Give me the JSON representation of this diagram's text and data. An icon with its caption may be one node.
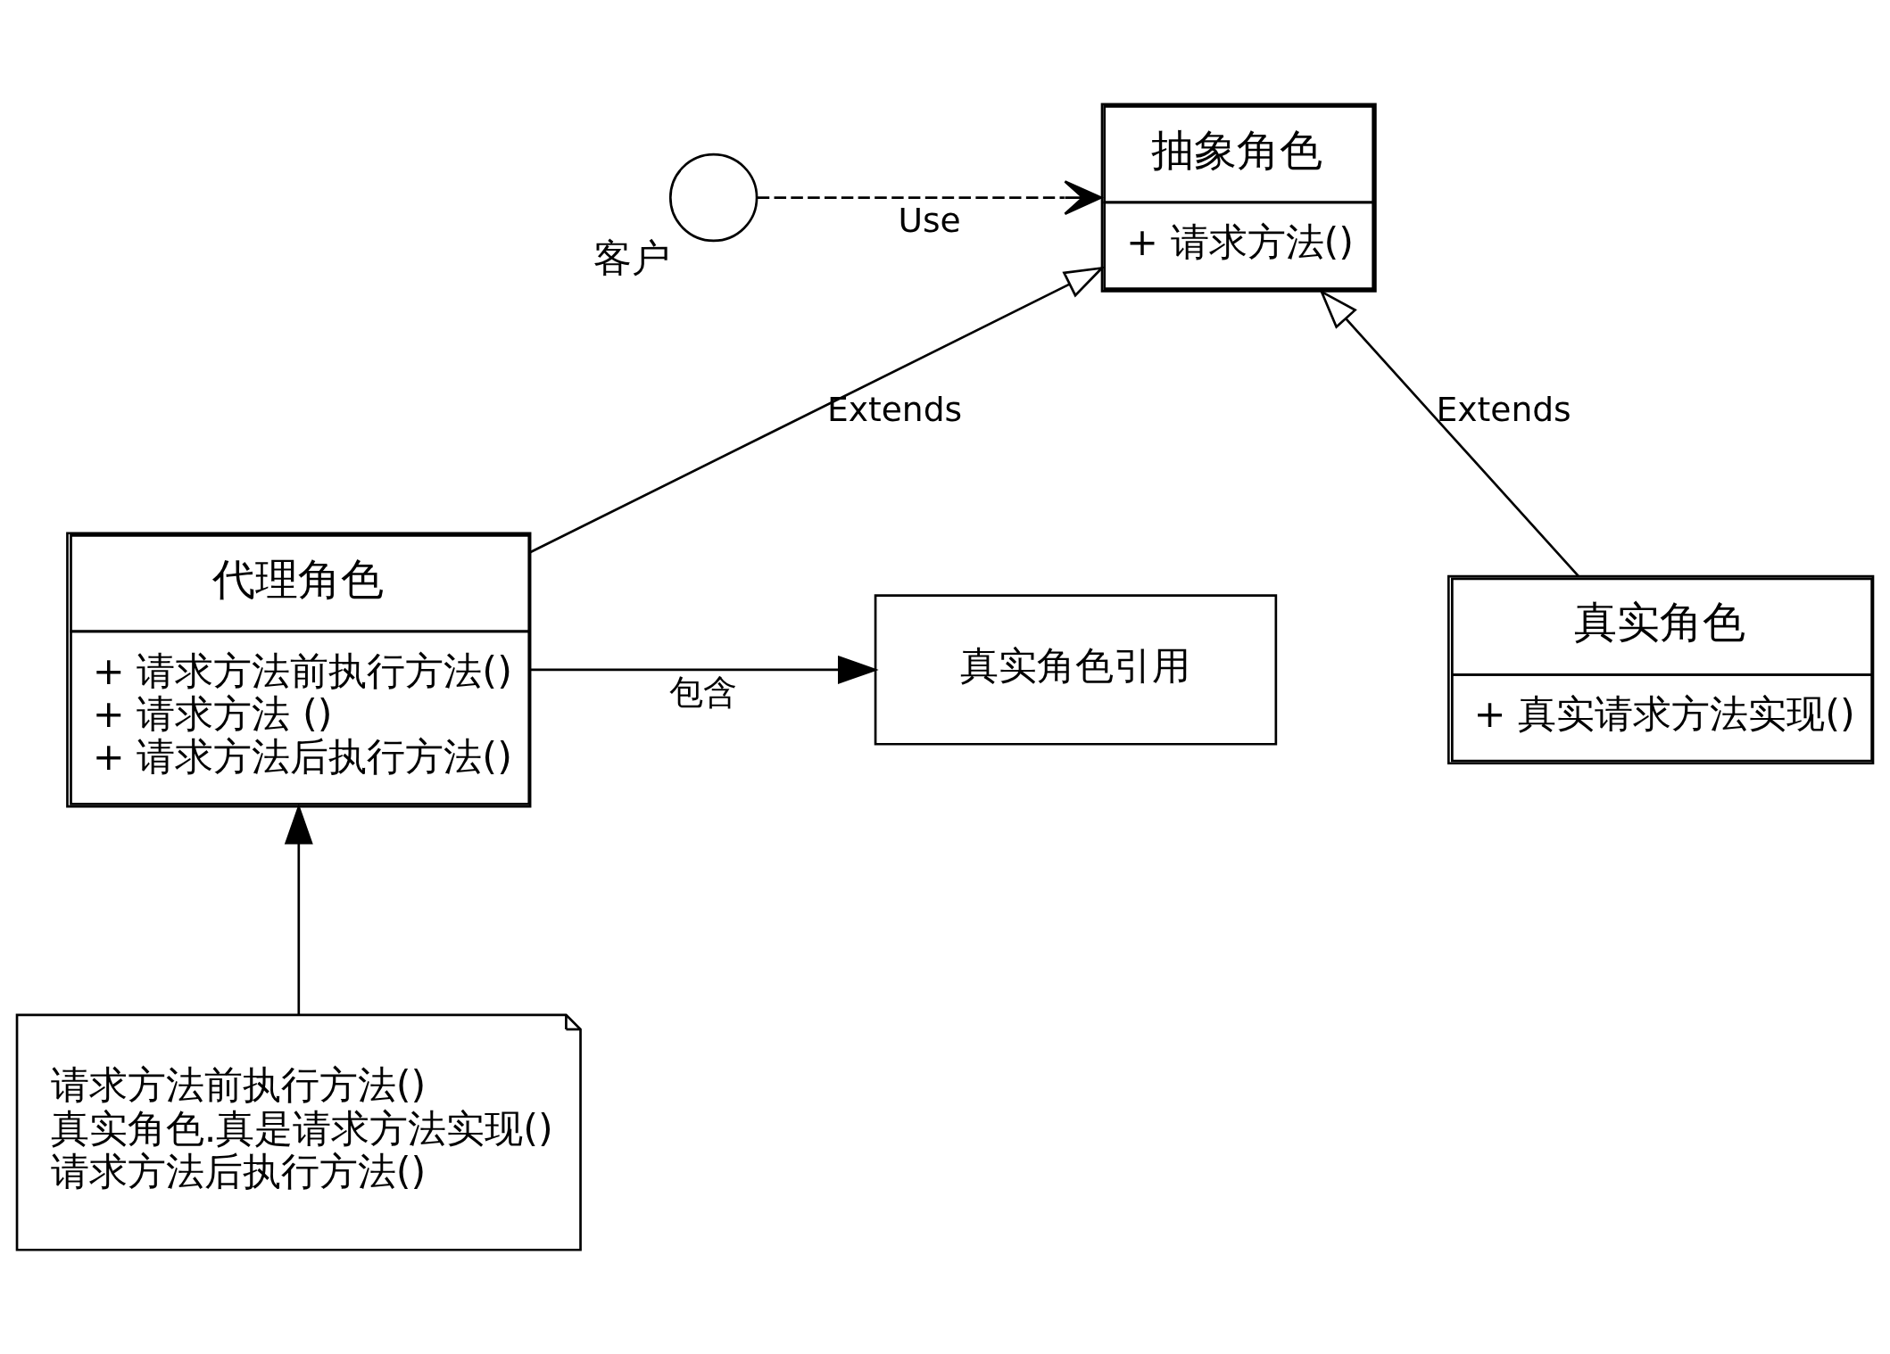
{
  "diagram": {
    "nodes": [
      {
        "text": [],
        "shape": "person",
        "beside": [
          "客户"
        ]
      },
      {
        "text": [
          "抽象角色",
          "+ 请求方法()"
        ]
      },
      {
        "text": [
          "代理角色",
          "+ 请求方法前执行方法()",
          "+ 请求方法 ()",
          "+ 请求方法后执行方法()"
        ]
      },
      {
        "text": [
          "真实角色",
          "+ 真实请求方法实现()"
        ]
      },
      {
        "text": [
          "真实角色引用"
        ]
      },
      {
        "text": [
          "请求方法前执行方法()",
          "真实角色.真是请求方法实现()",
          "请求方法后执行方法()"
        ]
      }
    ],
    "edges": [
      {
        "from": 0,
        "to": 1,
        "arrow": "to",
        "label": "Use",
        "style": "dashed"
      },
      {
        "from": 2,
        "to": 1,
        "arrow": "to",
        "label": "Extends"
      },
      {
        "from": 3,
        "to": 1,
        "arrow": "to",
        "label": "Extends"
      },
      {
        "from": 2,
        "to": 4,
        "arrow": "to",
        "label": "包含"
      },
      {
        "from": 5,
        "to": 2,
        "arrow": "to"
      }
    ]
  }
}
